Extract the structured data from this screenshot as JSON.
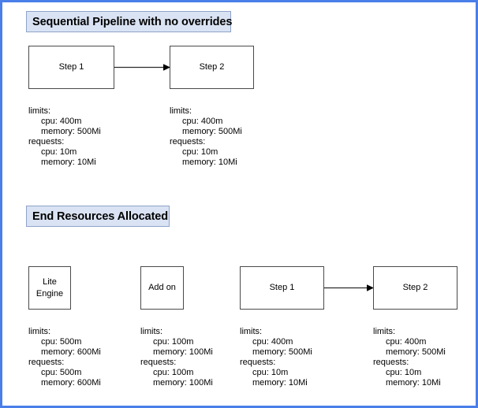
{
  "diagram": {
    "border_color": "#4a7ee8",
    "header_fill": "#dae3f3",
    "header_border": "#8fa3c8",
    "node_border": "#4a4a4a",
    "sections": [
      {
        "id": "sequential-pipeline",
        "title": "Sequential Pipeline with no overrides",
        "nodes": [
          {
            "id": "top-step-1",
            "lines": [
              "Step 1"
            ]
          },
          {
            "id": "top-step-2",
            "lines": [
              "Step 2"
            ]
          }
        ],
        "connectors": [
          {
            "id": "top-step1-to-step2",
            "from": "top-step-1",
            "to": "top-step-2"
          }
        ],
        "specs": [
          {
            "id": "top-step-1-resources",
            "limits_label": "limits:",
            "limits_cpu": "cpu: 400m",
            "limits_memory": "memory: 500Mi",
            "requests_label": "requests:",
            "requests_cpu": "cpu: 10m",
            "requests_memory": "memory: 10Mi"
          },
          {
            "id": "top-step-2-resources",
            "limits_label": "limits:",
            "limits_cpu": "cpu: 400m",
            "limits_memory": "memory: 500Mi",
            "requests_label": "requests:",
            "requests_cpu": "cpu: 10m",
            "requests_memory": "memory: 10Mi"
          }
        ]
      },
      {
        "id": "end-resources-allocated",
        "title": "End Resources Allocated",
        "nodes": [
          {
            "id": "lite-engine",
            "lines": [
              "Lite",
              "Engine"
            ]
          },
          {
            "id": "add-on",
            "lines": [
              "Add on"
            ]
          },
          {
            "id": "bottom-step-1",
            "lines": [
              "Step 1"
            ]
          },
          {
            "id": "bottom-step-2",
            "lines": [
              "Step 2"
            ]
          }
        ],
        "connectors": [
          {
            "id": "bottom-step1-to-step2",
            "from": "bottom-step-1",
            "to": "bottom-step-2"
          }
        ],
        "specs": [
          {
            "id": "lite-engine-resources",
            "limits_label": "limits:",
            "limits_cpu": "cpu: 500m",
            "limits_memory": "memory: 600Mi",
            "requests_label": "requests:",
            "requests_cpu": "cpu: 500m",
            "requests_memory": "memory: 600Mi"
          },
          {
            "id": "add-on-resources",
            "limits_label": "limits:",
            "limits_cpu": "cpu: 100m",
            "limits_memory": "memory: 100Mi",
            "requests_label": "requests:",
            "requests_cpu": "cpu: 100m",
            "requests_memory": "memory: 100Mi"
          },
          {
            "id": "bottom-step-1-resources",
            "limits_label": "limits:",
            "limits_cpu": "cpu: 400m",
            "limits_memory": "memory: 500Mi",
            "requests_label": "requests:",
            "requests_cpu": "cpu: 10m",
            "requests_memory": "memory: 10Mi"
          },
          {
            "id": "bottom-step-2-resources",
            "limits_label": "limits:",
            "limits_cpu": "cpu: 400m",
            "limits_memory": "memory: 500Mi",
            "requests_label": "requests:",
            "requests_cpu": "cpu: 10m",
            "requests_memory": "memory: 10Mi"
          }
        ]
      }
    ]
  }
}
